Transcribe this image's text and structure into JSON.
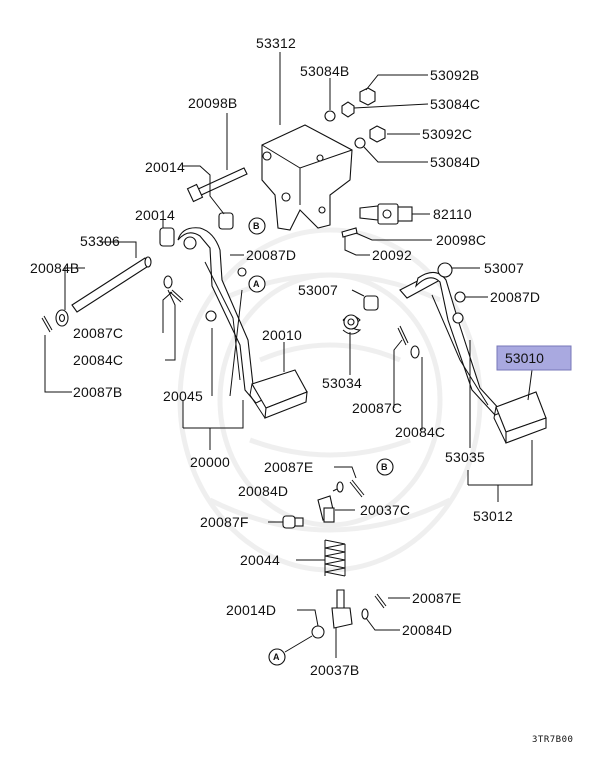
{
  "diagram": {
    "parts": [
      {
        "id": "p53312",
        "label": "53312"
      },
      {
        "id": "p53084B",
        "label": "53084B"
      },
      {
        "id": "p53092B",
        "label": "53092B"
      },
      {
        "id": "p53084C",
        "label": "53084C"
      },
      {
        "id": "p20098B",
        "label": "20098B"
      },
      {
        "id": "p53092C",
        "label": "53092C"
      },
      {
        "id": "p53084D",
        "label": "53084D"
      },
      {
        "id": "p20014a",
        "label": "20014"
      },
      {
        "id": "p20014b",
        "label": "20014"
      },
      {
        "id": "p82110",
        "label": "82110"
      },
      {
        "id": "p53306",
        "label": "53306"
      },
      {
        "id": "p20098C",
        "label": "20098C"
      },
      {
        "id": "p20087D_a",
        "label": "20087D"
      },
      {
        "id": "p20092",
        "label": "20092"
      },
      {
        "id": "p20084B",
        "label": "20084B"
      },
      {
        "id": "p53007a",
        "label": "53007"
      },
      {
        "id": "p53007b",
        "label": "53007"
      },
      {
        "id": "p20087D_b",
        "label": "20087D"
      },
      {
        "id": "p20087C_a",
        "label": "20087C"
      },
      {
        "id": "p20010",
        "label": "20010"
      },
      {
        "id": "p20084C_a",
        "label": "20084C"
      },
      {
        "id": "p53010",
        "label": "53010"
      },
      {
        "id": "p53034",
        "label": "53034"
      },
      {
        "id": "p20087B",
        "label": "20087B"
      },
      {
        "id": "p20045",
        "label": "20045"
      },
      {
        "id": "p20087C_b",
        "label": "20087C"
      },
      {
        "id": "p20084C_b",
        "label": "20084C"
      },
      {
        "id": "p20000",
        "label": "20000"
      },
      {
        "id": "p53035",
        "label": "53035"
      },
      {
        "id": "p20087E_a",
        "label": "20087E"
      },
      {
        "id": "p20084D_a",
        "label": "20084D"
      },
      {
        "id": "p53012",
        "label": "53012"
      },
      {
        "id": "p20037C",
        "label": "20037C"
      },
      {
        "id": "p20087F",
        "label": "20087F"
      },
      {
        "id": "p20044",
        "label": "20044"
      },
      {
        "id": "p20087E_b",
        "label": "20087E"
      },
      {
        "id": "p20014D",
        "label": "20014D"
      },
      {
        "id": "p20084D_b",
        "label": "20084D"
      },
      {
        "id": "p20037B",
        "label": "20037B"
      }
    ],
    "refs": {
      "a": "A",
      "b": "B"
    },
    "highlight_color": "#a9a9e0",
    "diagram_code": "3TR7B00"
  }
}
